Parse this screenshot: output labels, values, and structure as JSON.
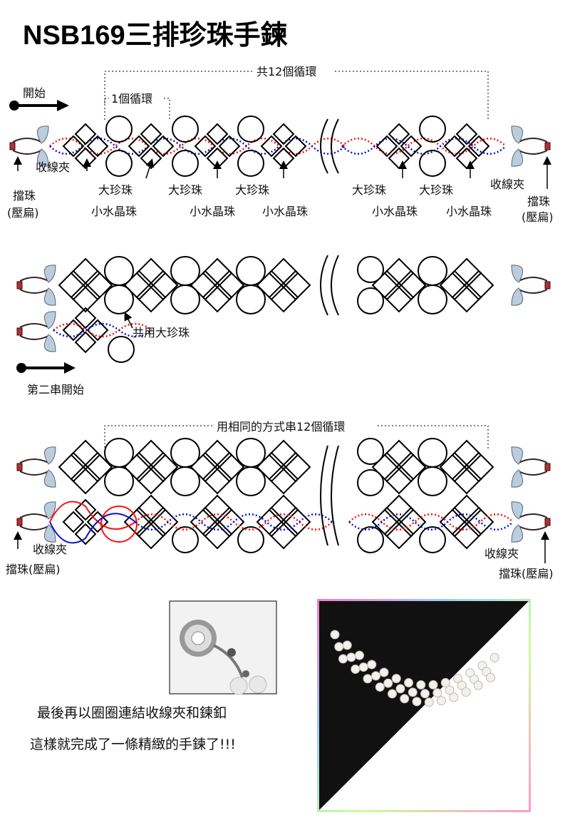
{
  "title": "NSB169三排珍珠手鍊",
  "start_label": "開始",
  "total_loops_label": "共12個循環",
  "one_loop_label": "1個循環",
  "labels": {
    "clasp": "收線夾",
    "stopper_line1": "擋珠",
    "stopper_line2": "(壓扁)",
    "big_pearl": "大珍珠",
    "small_crystal": "小水晶珠",
    "shared_pearl": "共用大珍珠",
    "second_string_start": "第二串開始",
    "same_method": "用相同的方式串12個循環",
    "stopper_flat": "擋珠(壓扁)"
  },
  "captions": {
    "line1": "最後再以圈圈連結收線夾和鍊釦",
    "line2": "這樣就完成了一條精緻的手鍊了!!!"
  },
  "colors": {
    "red": "#ff1010",
    "blue": "#1010cc",
    "ink": "#000000"
  }
}
